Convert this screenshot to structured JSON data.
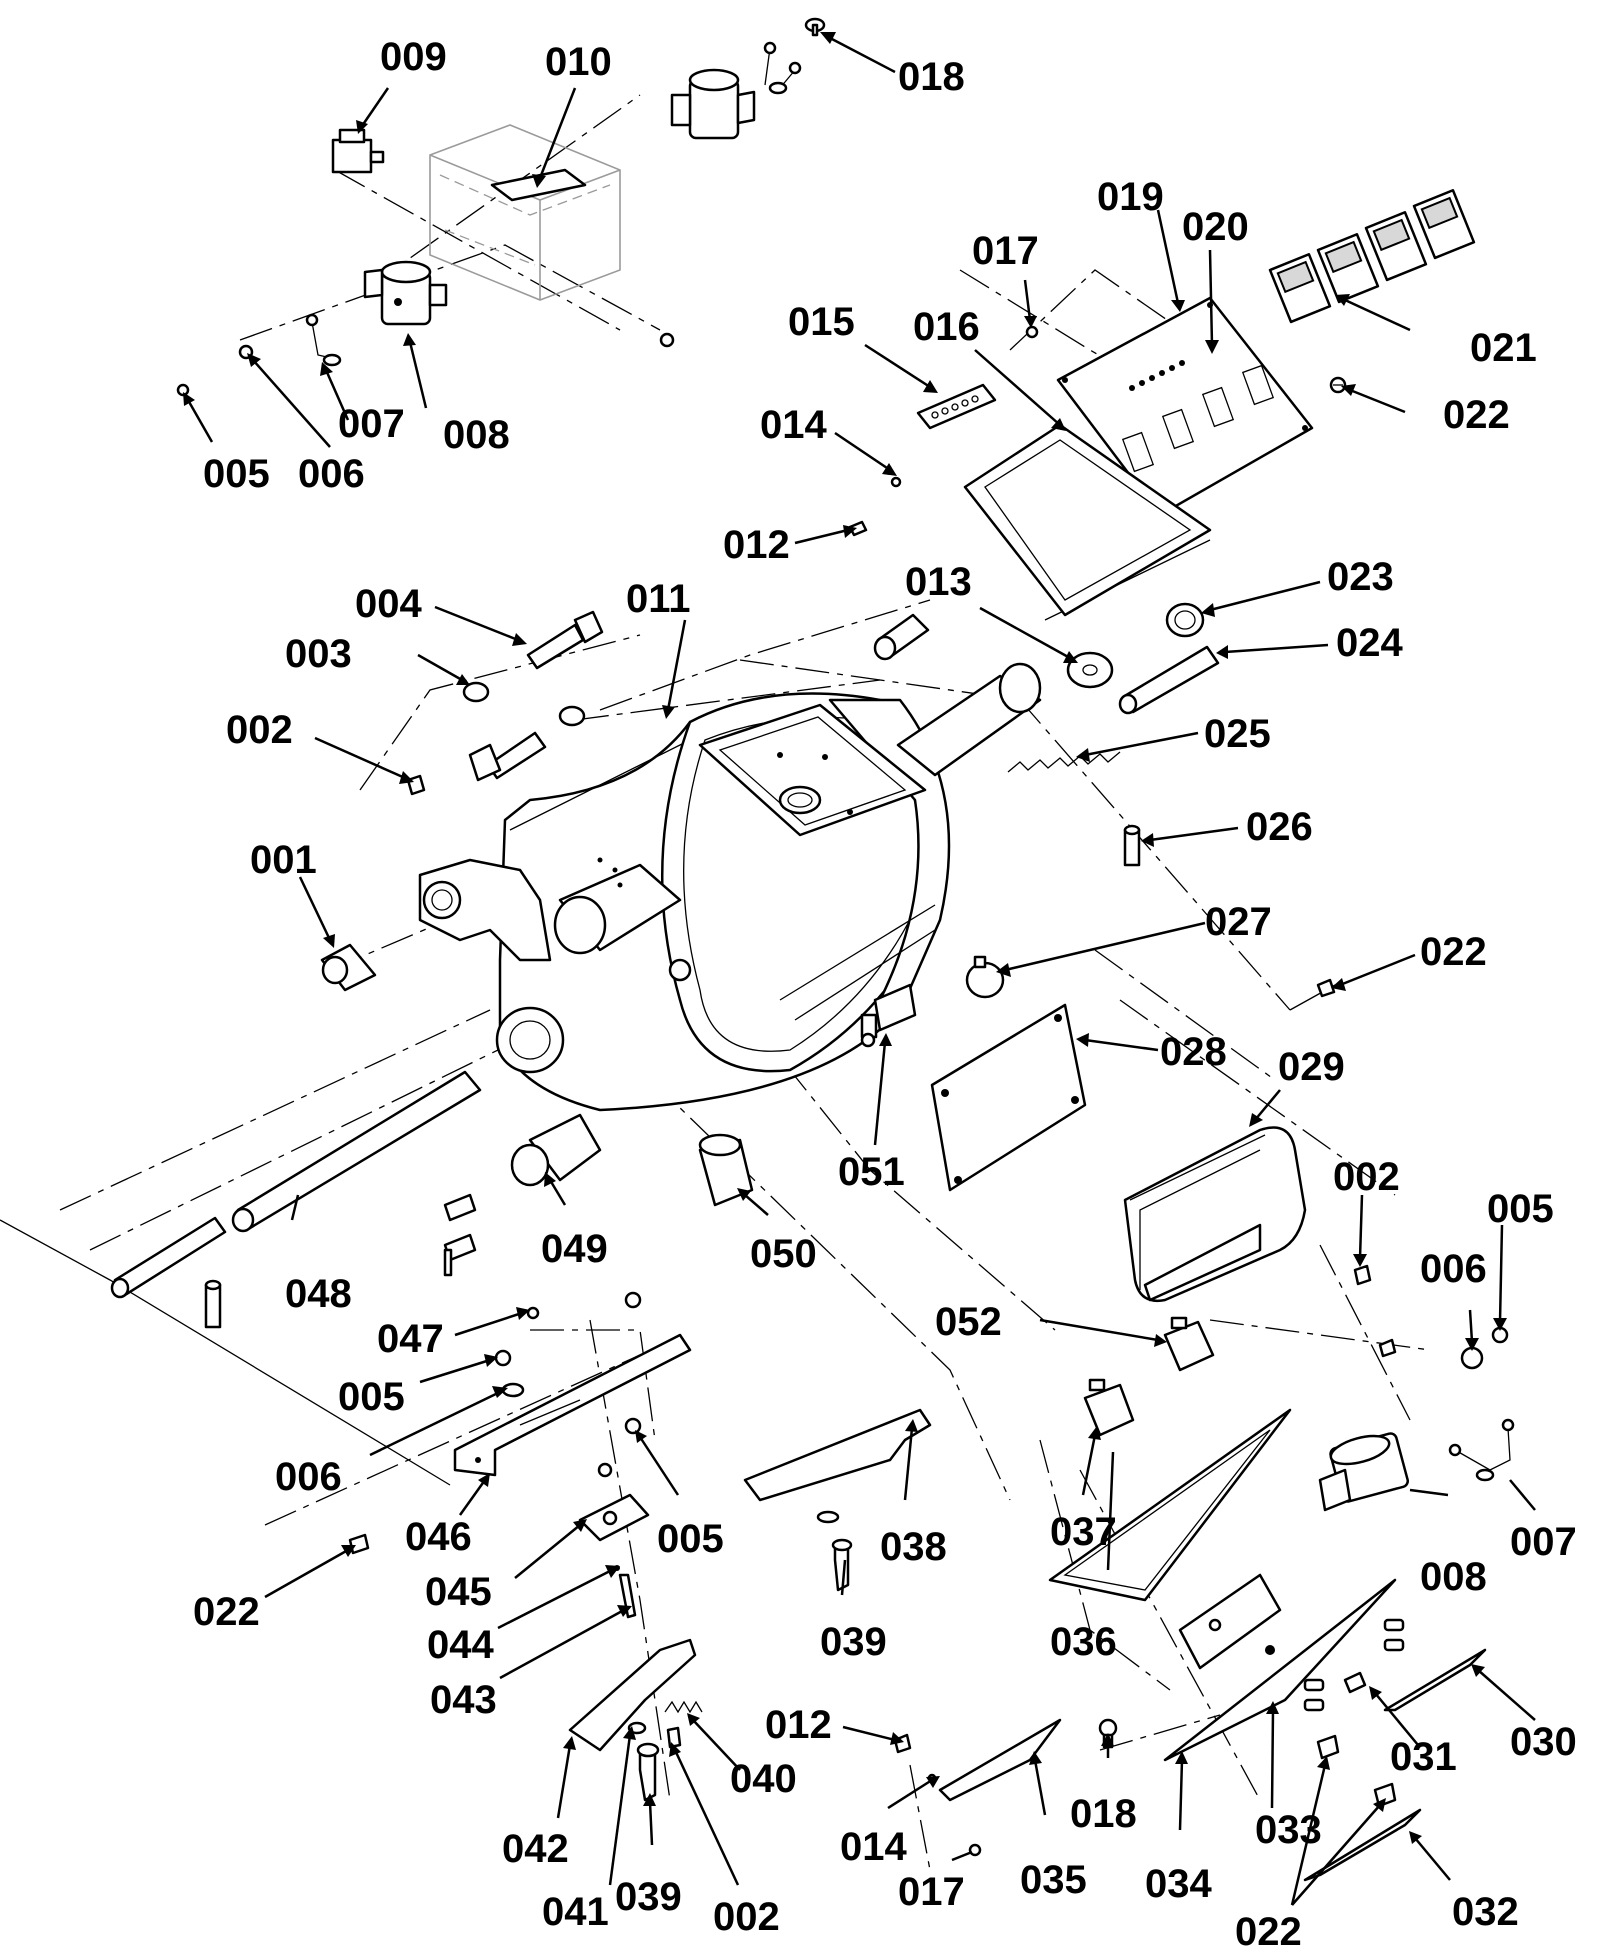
{
  "part_numbers": [
    "001",
    "002",
    "003",
    "004",
    "005",
    "006",
    "007",
    "008",
    "009",
    "010",
    "011",
    "012",
    "013",
    "014",
    "015",
    "016",
    "017",
    "018",
    "019",
    "020",
    "021",
    "022",
    "023",
    "024",
    "025",
    "026",
    "027",
    "028",
    "029",
    "030",
    "031",
    "032",
    "033",
    "034",
    "035",
    "036",
    "037",
    "038",
    "039",
    "040",
    "041",
    "042",
    "043",
    "044",
    "045",
    "046",
    "047",
    "048",
    "049",
    "050",
    "051",
    "052"
  ],
  "callouts": [
    {
      "id": "009",
      "text": "009"
    },
    {
      "id": "010",
      "text": "010"
    },
    {
      "id": "018a",
      "text": "018"
    },
    {
      "id": "019",
      "text": "019"
    },
    {
      "id": "020",
      "text": "020"
    },
    {
      "id": "017a",
      "text": "017"
    },
    {
      "id": "021",
      "text": "021"
    },
    {
      "id": "015",
      "text": "015"
    },
    {
      "id": "016",
      "text": "016"
    },
    {
      "id": "022a",
      "text": "022"
    },
    {
      "id": "014a",
      "text": "014"
    },
    {
      "id": "007a",
      "text": "007"
    },
    {
      "id": "008a",
      "text": "008"
    },
    {
      "id": "005a",
      "text": "005"
    },
    {
      "id": "006a",
      "text": "006"
    },
    {
      "id": "012a",
      "text": "012"
    },
    {
      "id": "013",
      "text": "013"
    },
    {
      "id": "023",
      "text": "023"
    },
    {
      "id": "004",
      "text": "004"
    },
    {
      "id": "011",
      "text": "011"
    },
    {
      "id": "024",
      "text": "024"
    },
    {
      "id": "003",
      "text": "003"
    },
    {
      "id": "002a",
      "text": "002"
    },
    {
      "id": "025",
      "text": "025"
    },
    {
      "id": "026",
      "text": "026"
    },
    {
      "id": "001",
      "text": "001"
    },
    {
      "id": "027",
      "text": "027"
    },
    {
      "id": "022b",
      "text": "022"
    },
    {
      "id": "028",
      "text": "028"
    },
    {
      "id": "029",
      "text": "029"
    },
    {
      "id": "051",
      "text": "051"
    },
    {
      "id": "002b",
      "text": "002"
    },
    {
      "id": "005b",
      "text": "005"
    },
    {
      "id": "049",
      "text": "049"
    },
    {
      "id": "050",
      "text": "050"
    },
    {
      "id": "048",
      "text": "048"
    },
    {
      "id": "006b",
      "text": "006"
    },
    {
      "id": "052",
      "text": "052"
    },
    {
      "id": "047",
      "text": "047"
    },
    {
      "id": "005c",
      "text": "005"
    },
    {
      "id": "006c",
      "text": "006"
    },
    {
      "id": "046",
      "text": "046"
    },
    {
      "id": "005d",
      "text": "005"
    },
    {
      "id": "038",
      "text": "038"
    },
    {
      "id": "037",
      "text": "037"
    },
    {
      "id": "008b",
      "text": "008"
    },
    {
      "id": "007b",
      "text": "007"
    },
    {
      "id": "045",
      "text": "045"
    },
    {
      "id": "022c",
      "text": "022"
    },
    {
      "id": "044",
      "text": "044"
    },
    {
      "id": "039a",
      "text": "039"
    },
    {
      "id": "036",
      "text": "036"
    },
    {
      "id": "043",
      "text": "043"
    },
    {
      "id": "031",
      "text": "031"
    },
    {
      "id": "030",
      "text": "030"
    },
    {
      "id": "012b",
      "text": "012"
    },
    {
      "id": "040",
      "text": "040"
    },
    {
      "id": "033",
      "text": "033"
    },
    {
      "id": "018b",
      "text": "018"
    },
    {
      "id": "042",
      "text": "042"
    },
    {
      "id": "014b",
      "text": "014"
    },
    {
      "id": "035",
      "text": "035"
    },
    {
      "id": "034",
      "text": "034"
    },
    {
      "id": "041",
      "text": "041"
    },
    {
      "id": "039b",
      "text": "039"
    },
    {
      "id": "002c",
      "text": "002"
    },
    {
      "id": "017b",
      "text": "017"
    },
    {
      "id": "022d",
      "text": "022"
    },
    {
      "id": "032",
      "text": "032"
    }
  ]
}
